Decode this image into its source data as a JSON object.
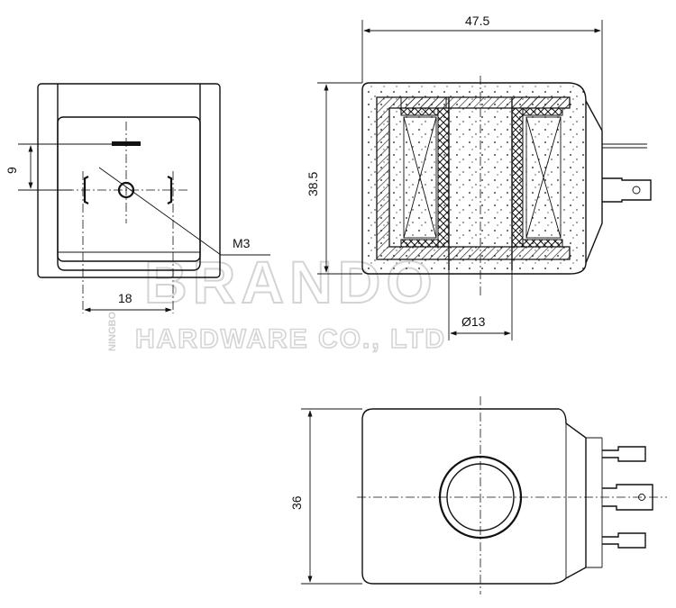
{
  "dimensions": {
    "top_width": "47.5",
    "height_section": "38.5",
    "height_front": "9",
    "pin_spacing": "18",
    "bore_diameter": "Ø13",
    "height_bottom": "36",
    "thread": "M3"
  },
  "watermark": {
    "brand": "BRANDO",
    "company": "HARDWARE CO., LTD",
    "vertical": "NINGBO"
  }
}
